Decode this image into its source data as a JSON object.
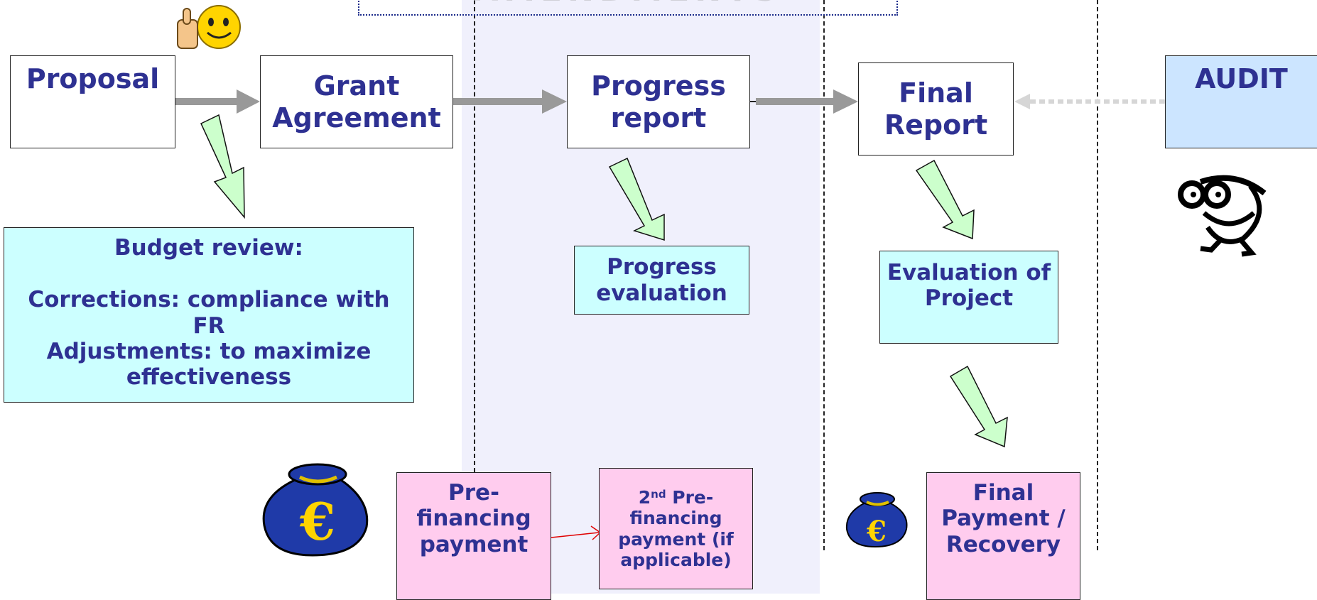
{
  "amendments_label": "AMENDMENTS",
  "boxes": {
    "proposal": "Proposal",
    "grant_agreement": "Grant Agreement",
    "progress_report": "Progress report",
    "final_report": "Final Report",
    "audit": "AUDIT",
    "budget_review": {
      "title": "Budget review:",
      "line1": "Corrections: compliance with FR",
      "line2": "Adjustments: to maximize effectiveness"
    },
    "progress_evaluation": "Progress evaluation",
    "evaluation_of_project": "Evaluation of Project",
    "prefinancing_payment": "Pre-financing payment",
    "second_prefinancing": {
      "ordinal": "2",
      "suffix": "nd",
      "text": " Pre-financing payment (if applicable)"
    },
    "final_payment": "Final Payment / Recovery"
  },
  "colors": {
    "text": "#2e3192",
    "cyan_fill": "#ccffff",
    "pink_fill": "#ffccee",
    "audit_fill": "#cce5ff",
    "arrow_gray": "#999999",
    "down_arrow_fill": "#ccffcc",
    "red_connector": "#e00000"
  }
}
